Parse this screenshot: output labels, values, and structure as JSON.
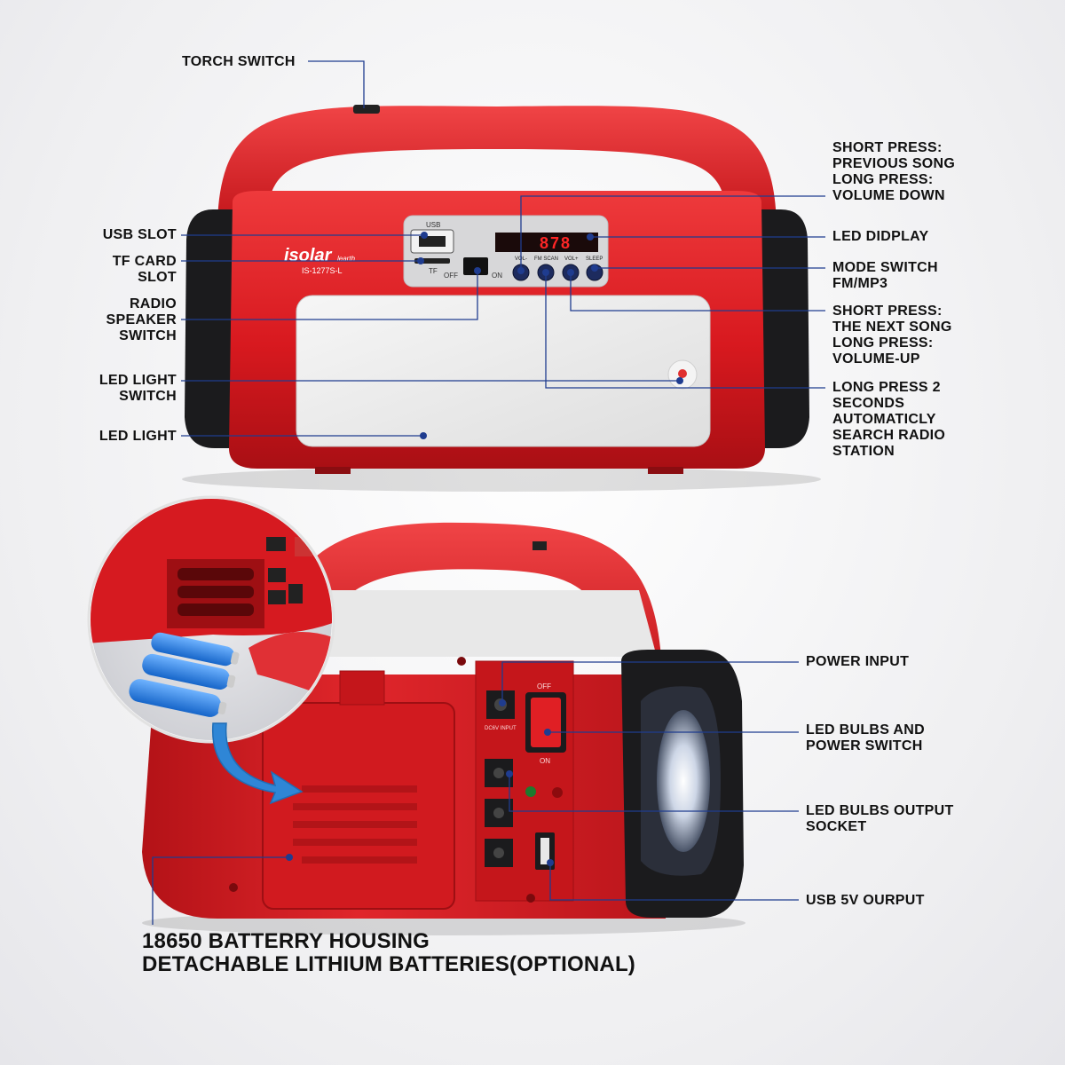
{
  "callouts": {
    "torch_switch": "TORCH SWITCH",
    "usb_slot": "USB SLOT",
    "tf_card_slot": [
      "TF CARD",
      "SLOT"
    ],
    "radio_speaker_switch": [
      "RADIO",
      "SPEAKER",
      "SWITCH"
    ],
    "led_light_switch": [
      "LED LIGHT",
      "SWITCH"
    ],
    "led_light": "LED LIGHT",
    "prev_song": [
      "SHORT PRESS:",
      "PREVIOUS SONG",
      "LONG PRESS:",
      "VOLUME DOWN"
    ],
    "led_display": "LED DIDPLAY",
    "mode_switch": [
      "MODE SWITCH",
      "FM/MP3"
    ],
    "next_song": [
      "SHORT PRESS:",
      "THE NEXT SONG",
      "LONG PRESS:",
      "VOLUME-UP"
    ],
    "search_radio": [
      "LONG PRESS 2",
      "SECONDS",
      "AUTOMATICLY",
      "SEARCH RADIO",
      "STATION"
    ],
    "power_input": "POWER INPUT",
    "led_bulbs_power": [
      "LED BULBS AND",
      "POWER SWITCH"
    ],
    "led_bulbs_output": [
      "LED BULBS OUTPUT",
      "SOCKET"
    ],
    "usb_output": "USB 5V OURPUT"
  },
  "battery_caption": [
    "18650 BATTERRY HOUSING",
    "DETACHABLE LITHIUM BATTERIES(OPTIONAL)"
  ],
  "device_front": {
    "brand": "isolar",
    "brand_sub": "learth",
    "model": "IS-1277S-L",
    "usb_label": "USB",
    "tf_label": "TF",
    "off_label": "OFF",
    "on_label": "ON",
    "display_value": "878",
    "buttons": [
      "VOL-",
      "FM SCAN",
      "VOL+",
      "SLEEP"
    ]
  },
  "device_back": {
    "switch_off": "OFF",
    "switch_on": "ON",
    "dc_label": "DC6V INPUT"
  },
  "colors": {
    "body_red": "#d8191f",
    "body_dark_red": "#a90f14",
    "trim_black": "#1b1b1d",
    "leader_blue": "#1f3c8f"
  }
}
